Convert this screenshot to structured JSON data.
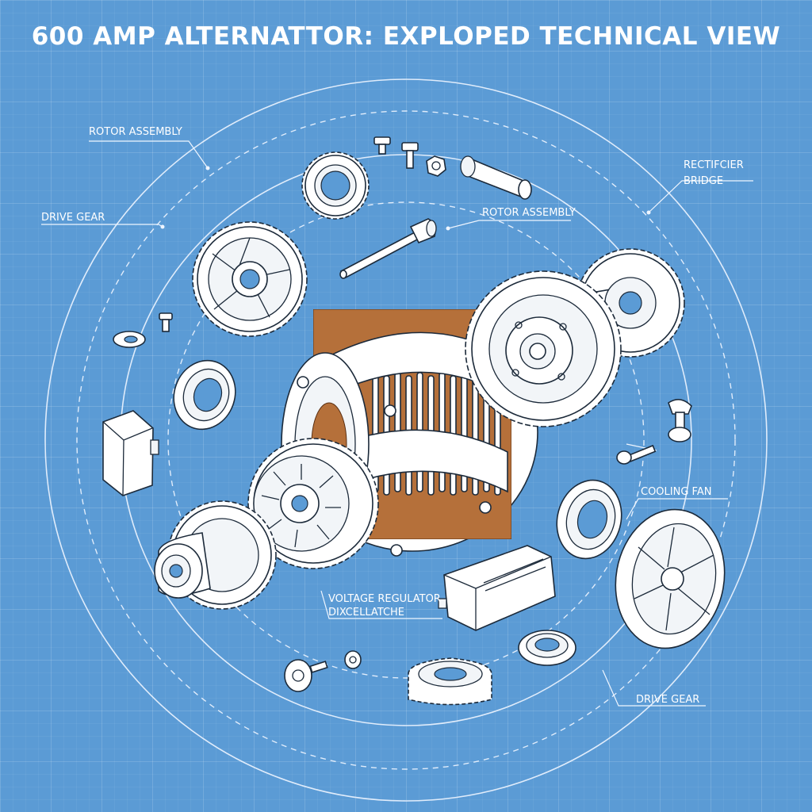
{
  "title": "600 AMP ALTERNATTOR: EXPLOPED TECHNICAL VIEW",
  "labels": {
    "rotor_assembly_top": "ROTOR ASSEMBLY",
    "drive_gear_left": "DRIVE GEAR",
    "rectifier_bridge_line1": "RECTIFCIER",
    "rectifier_bridge_line2": "BRIDGE",
    "rotor_assembly_center": "ROTOR ASSEMBLY",
    "cooling_fan": "COOLING FAN",
    "voltage_regulator_line1": "VOLTAGE REGULATOR",
    "voltage_regulator_line2": "DIXCELLATCHE",
    "drive_gear_bottom": "DRIVE GEAR"
  },
  "colors": {
    "background": "#5b9bd5",
    "line": "#ffffff",
    "ink": "#1c2a3a",
    "copper_winding": "#b5703a"
  }
}
